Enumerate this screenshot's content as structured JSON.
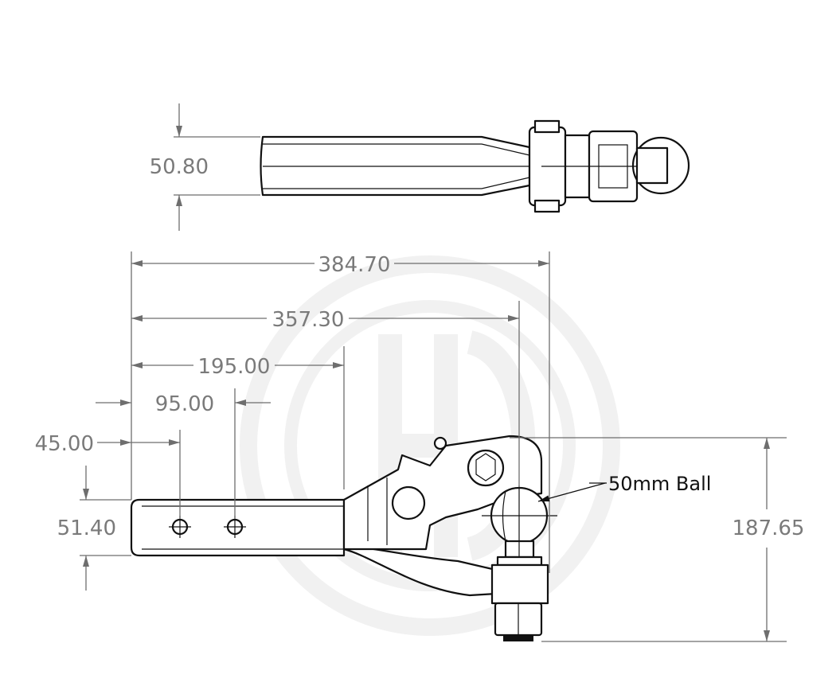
{
  "drawing": {
    "top_view": {
      "width_dim": "50.80"
    },
    "side_view": {
      "dims": {
        "overall_length": "384.70",
        "to_ball_center": "357.30",
        "shank_length": "195.00",
        "hole_spacing": "95.00",
        "first_hole": "45.00",
        "shank_height": "51.40",
        "overall_height": "187.65"
      },
      "ball_label": "50mm Ball"
    },
    "colors": {
      "dimension": "#7a7a7a",
      "outline": "#111111",
      "watermark": "#f1f1f1"
    }
  }
}
